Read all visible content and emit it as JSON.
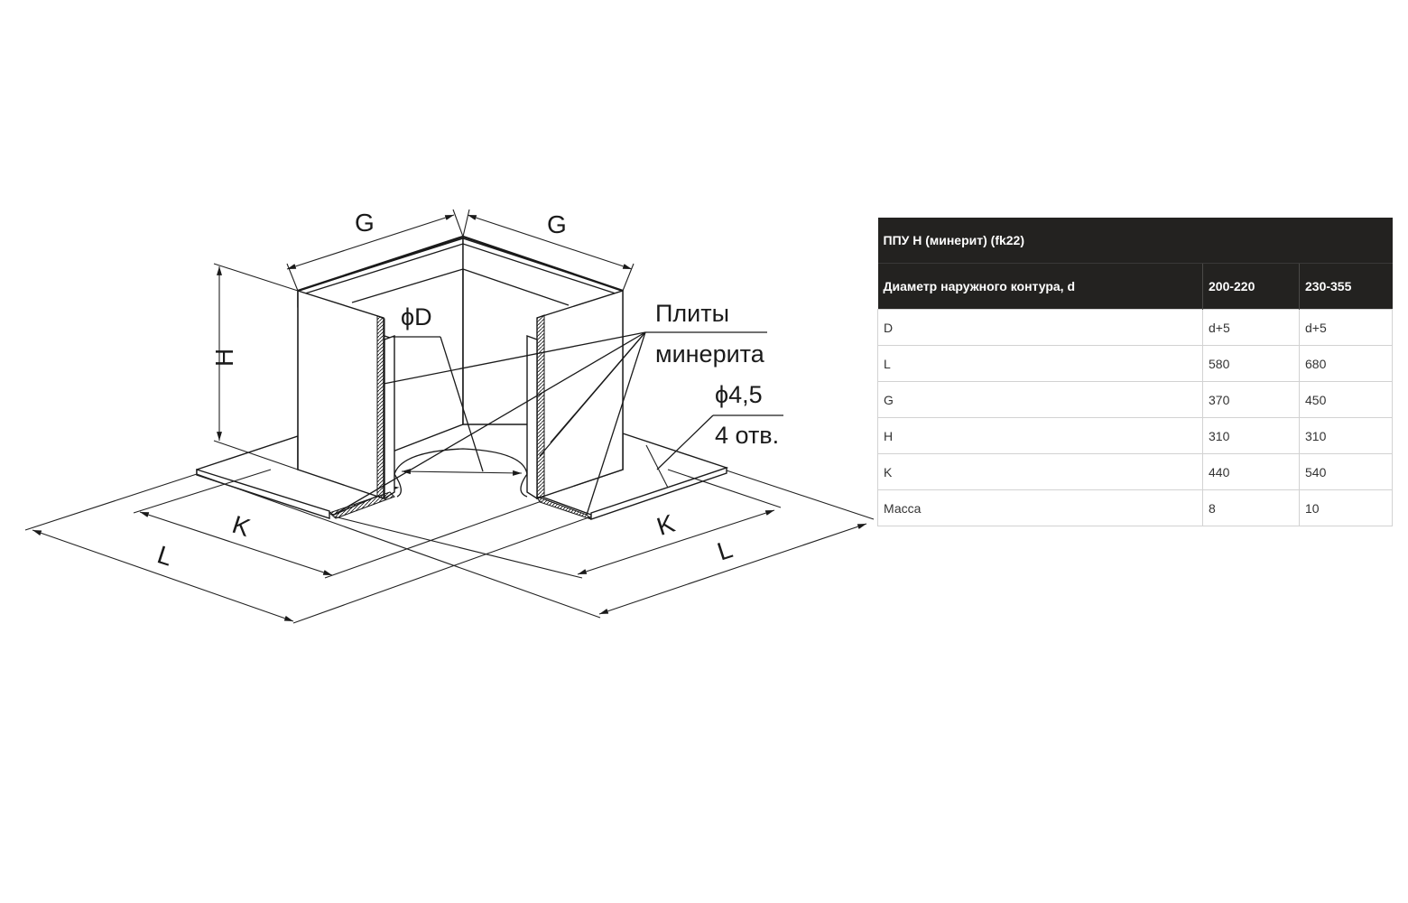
{
  "drawing": {
    "labels": {
      "g_left": "G",
      "g_right": "G",
      "h": "H",
      "d": "ϕD",
      "plates_line1": "Плиты",
      "plates_line2": "минерита",
      "hole_dia": "ϕ4,5",
      "hole_count": "4 отв.",
      "k_left": "K",
      "l_left": "L",
      "k_right": "K",
      "l_right": "L"
    }
  },
  "table": {
    "title": "ППУ Н (минерит) (fk22)",
    "headers": [
      "Диаметр наружного контура, d",
      "200-220",
      "230-355"
    ],
    "rows": [
      [
        "D",
        "d+5",
        "d+5"
      ],
      [
        "L",
        "580",
        "680"
      ],
      [
        "G",
        "370",
        "450"
      ],
      [
        "H",
        "310",
        "310"
      ],
      [
        "K",
        "440",
        "540"
      ],
      [
        "Масса",
        "8",
        "10"
      ]
    ]
  }
}
